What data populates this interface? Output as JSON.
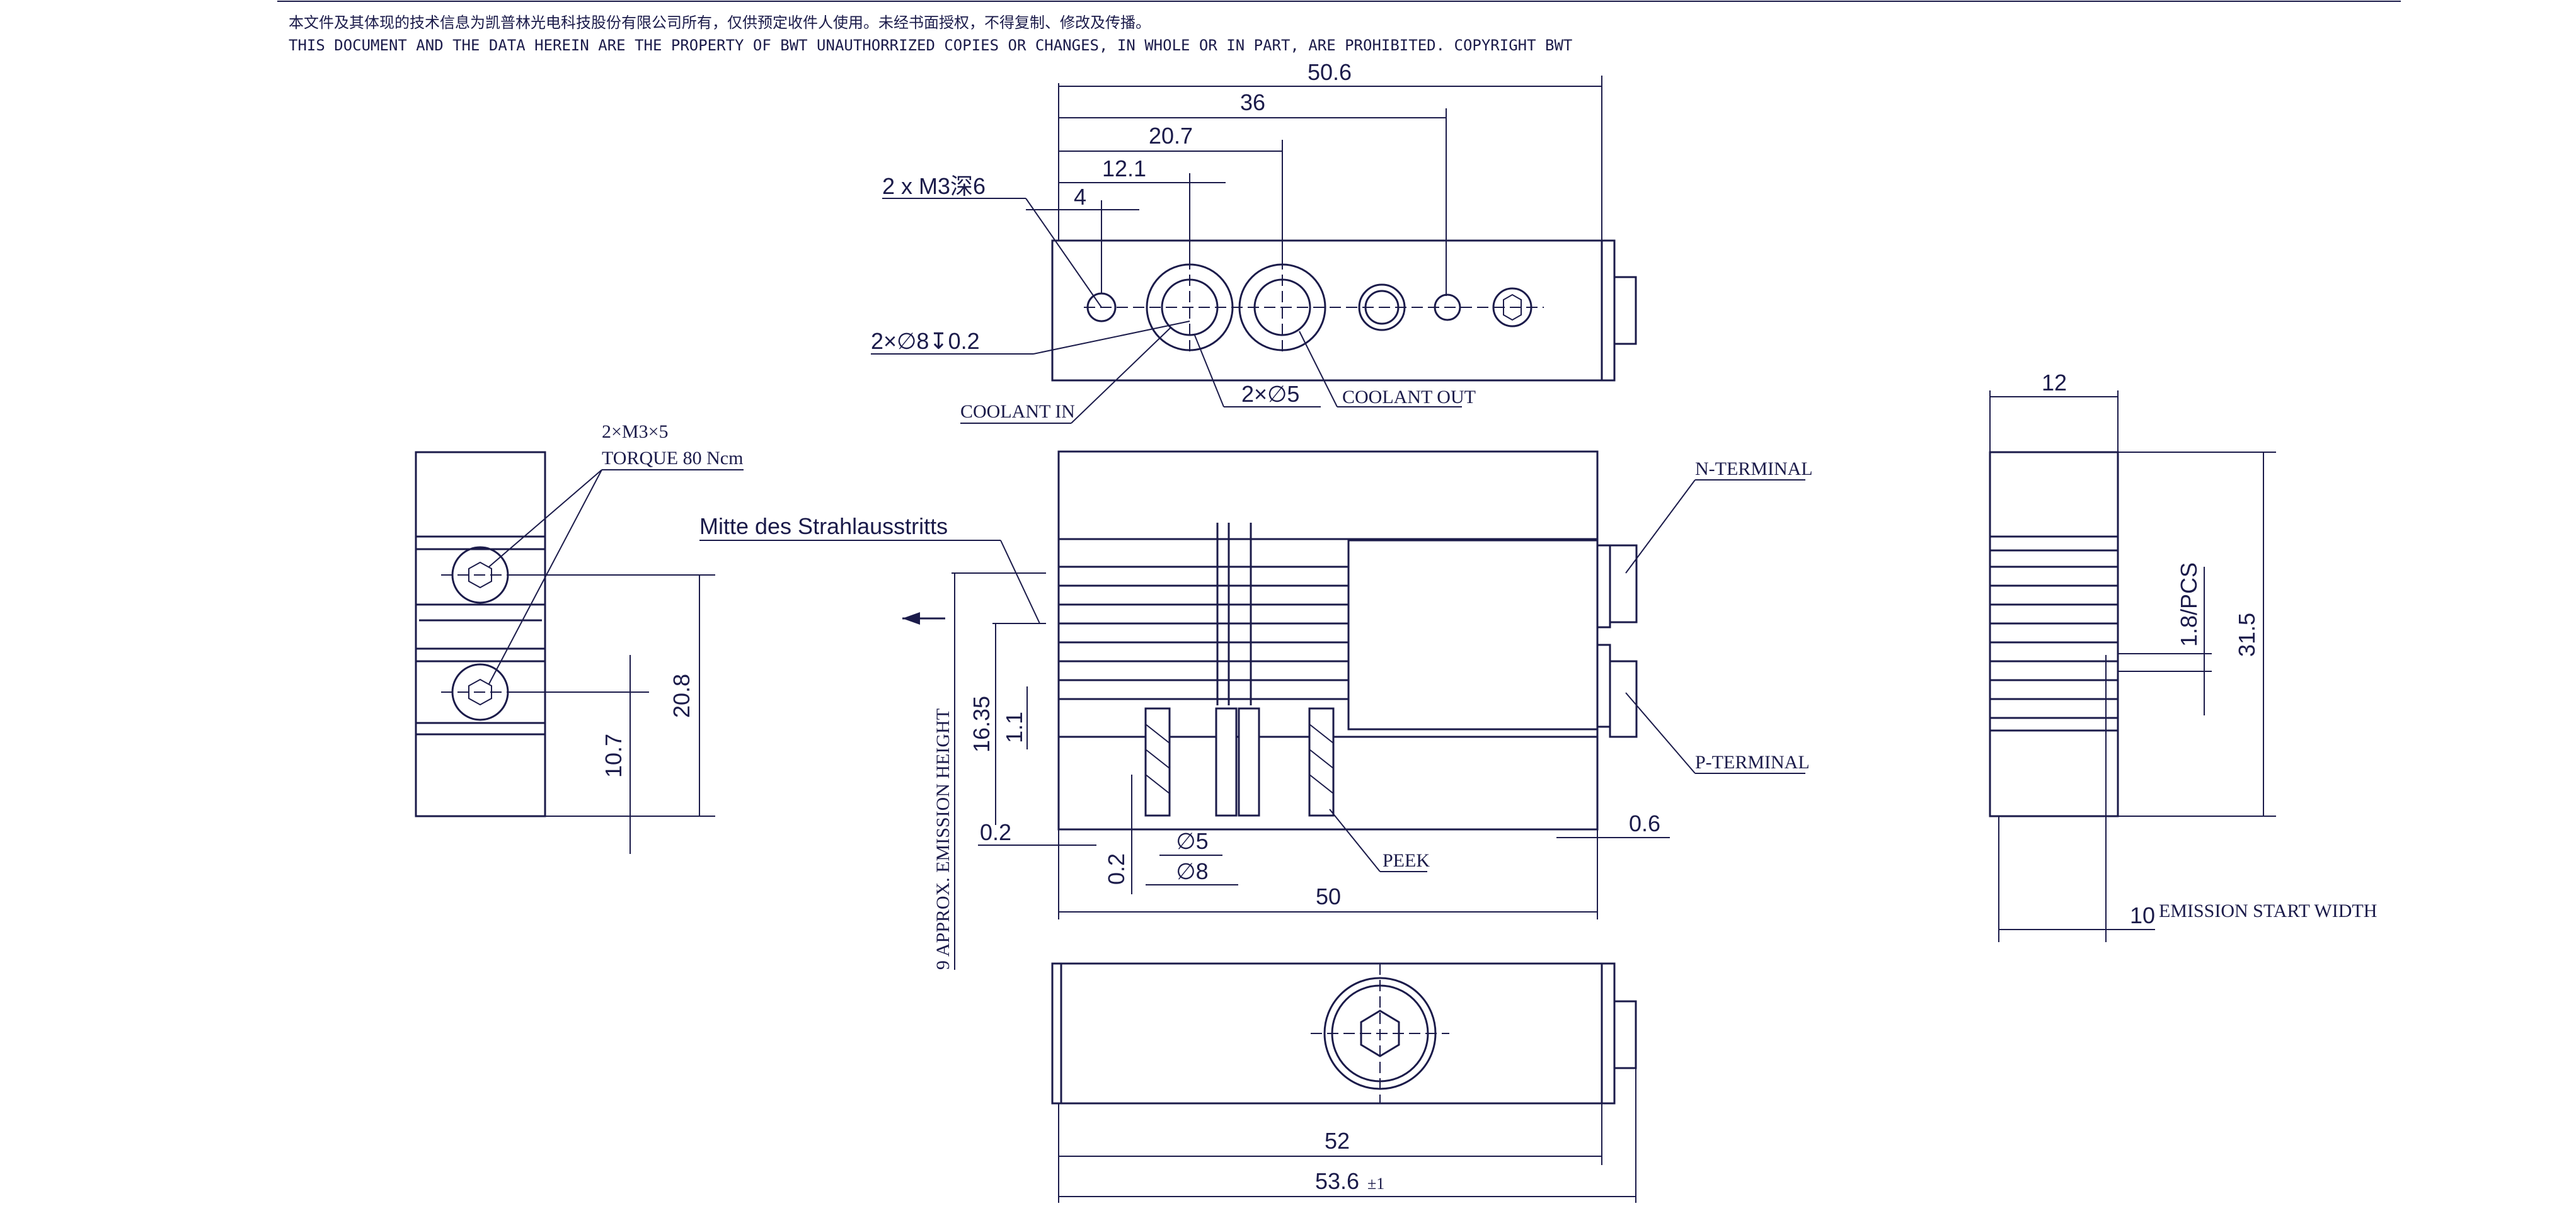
{
  "header": {
    "copyright_cn": "本文件及其体现的技术信息为凯普林光电科技股份有限公司所有，仅供预定收件人使用。未经书面授权，不得复制、修改及传播。",
    "copyright_en": "THIS DOCUMENT AND THE DATA HEREIN ARE THE PROPERTY OF BWT UNAUTHORRIZED COPIES OR CHANGES, IN WHOLE OR IN PART,  ARE PROHIBITED. COPYRIGHT BWT"
  },
  "top_view": {
    "dim_50_6": "50.6",
    "dim_36": "36",
    "dim_20_7": "20.7",
    "dim_12_1": "12.1",
    "dim_4": "4",
    "thread_callout": "2 x M3深6",
    "counterbore_callout": "2×∅8↧0.2",
    "through_hole_callout": "2×∅5",
    "coolant_in": "COOLANT IN",
    "coolant_out": "COOLANT OUT"
  },
  "left_view": {
    "screw_spec": "2×M3×5",
    "torque": "TORQUE 80 Ncm",
    "dim_20_8": "20.8",
    "dim_10_7": "10.7"
  },
  "front_view": {
    "beam_center_label": "Mitte des Strahlausstritts",
    "n_terminal": "N-TERMINAL",
    "p_terminal": "P-TERMINAL",
    "emission_height": "9  APPROX. EMISSION HEIGHT",
    "dim_16_35": "16.35",
    "dim_1_1": "1.1",
    "dim_0_2_left": "0.2",
    "dim_0_2_bottom": "0.2",
    "dim_0_6": "0.6",
    "dim_d5": "∅5",
    "dim_d8": "∅8",
    "peek": "PEEK",
    "dim_50": "50"
  },
  "right_view": {
    "dim_12": "12",
    "dim_31_5": "31.5",
    "pitch": "1.8/PCS",
    "dim_10": "10",
    "emission_start_width": "EMISSION START WIDTH"
  },
  "bottom_view": {
    "dim_52": "52",
    "dim_53_6": "53.6",
    "tolerance": "±1"
  }
}
